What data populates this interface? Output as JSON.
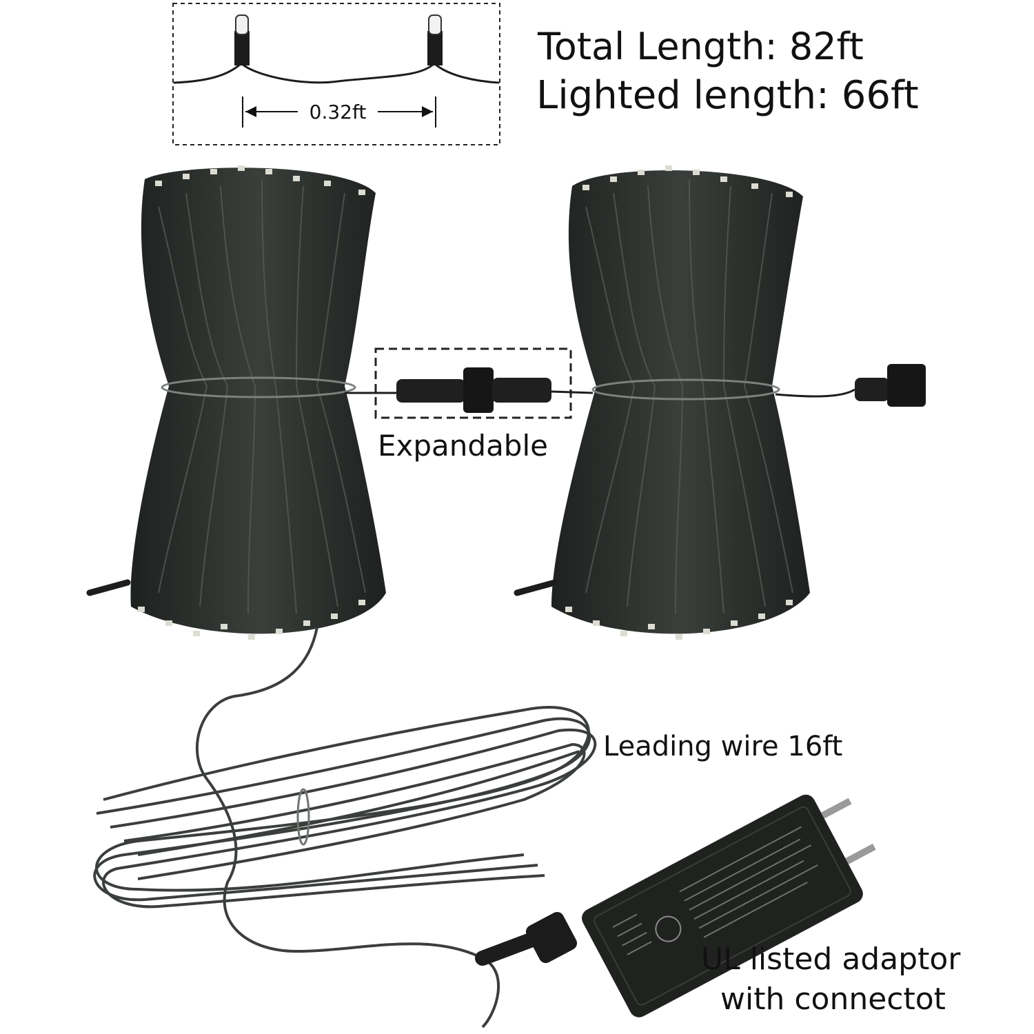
{
  "specs": {
    "total_length": "Total Length: 82ft",
    "lighted_length": "Lighted length: 66ft",
    "bulb_spacing": "0.32ft"
  },
  "callouts": {
    "expandable": "Expandable",
    "leading_wire": "Leading wire 16ft",
    "adaptor_line1": "UL listed adaptor",
    "adaptor_line2": "with connectot"
  },
  "colors": {
    "wire": "#2b2f2c",
    "bulb_tip": "#e8e8e0",
    "background": "#ffffff"
  }
}
